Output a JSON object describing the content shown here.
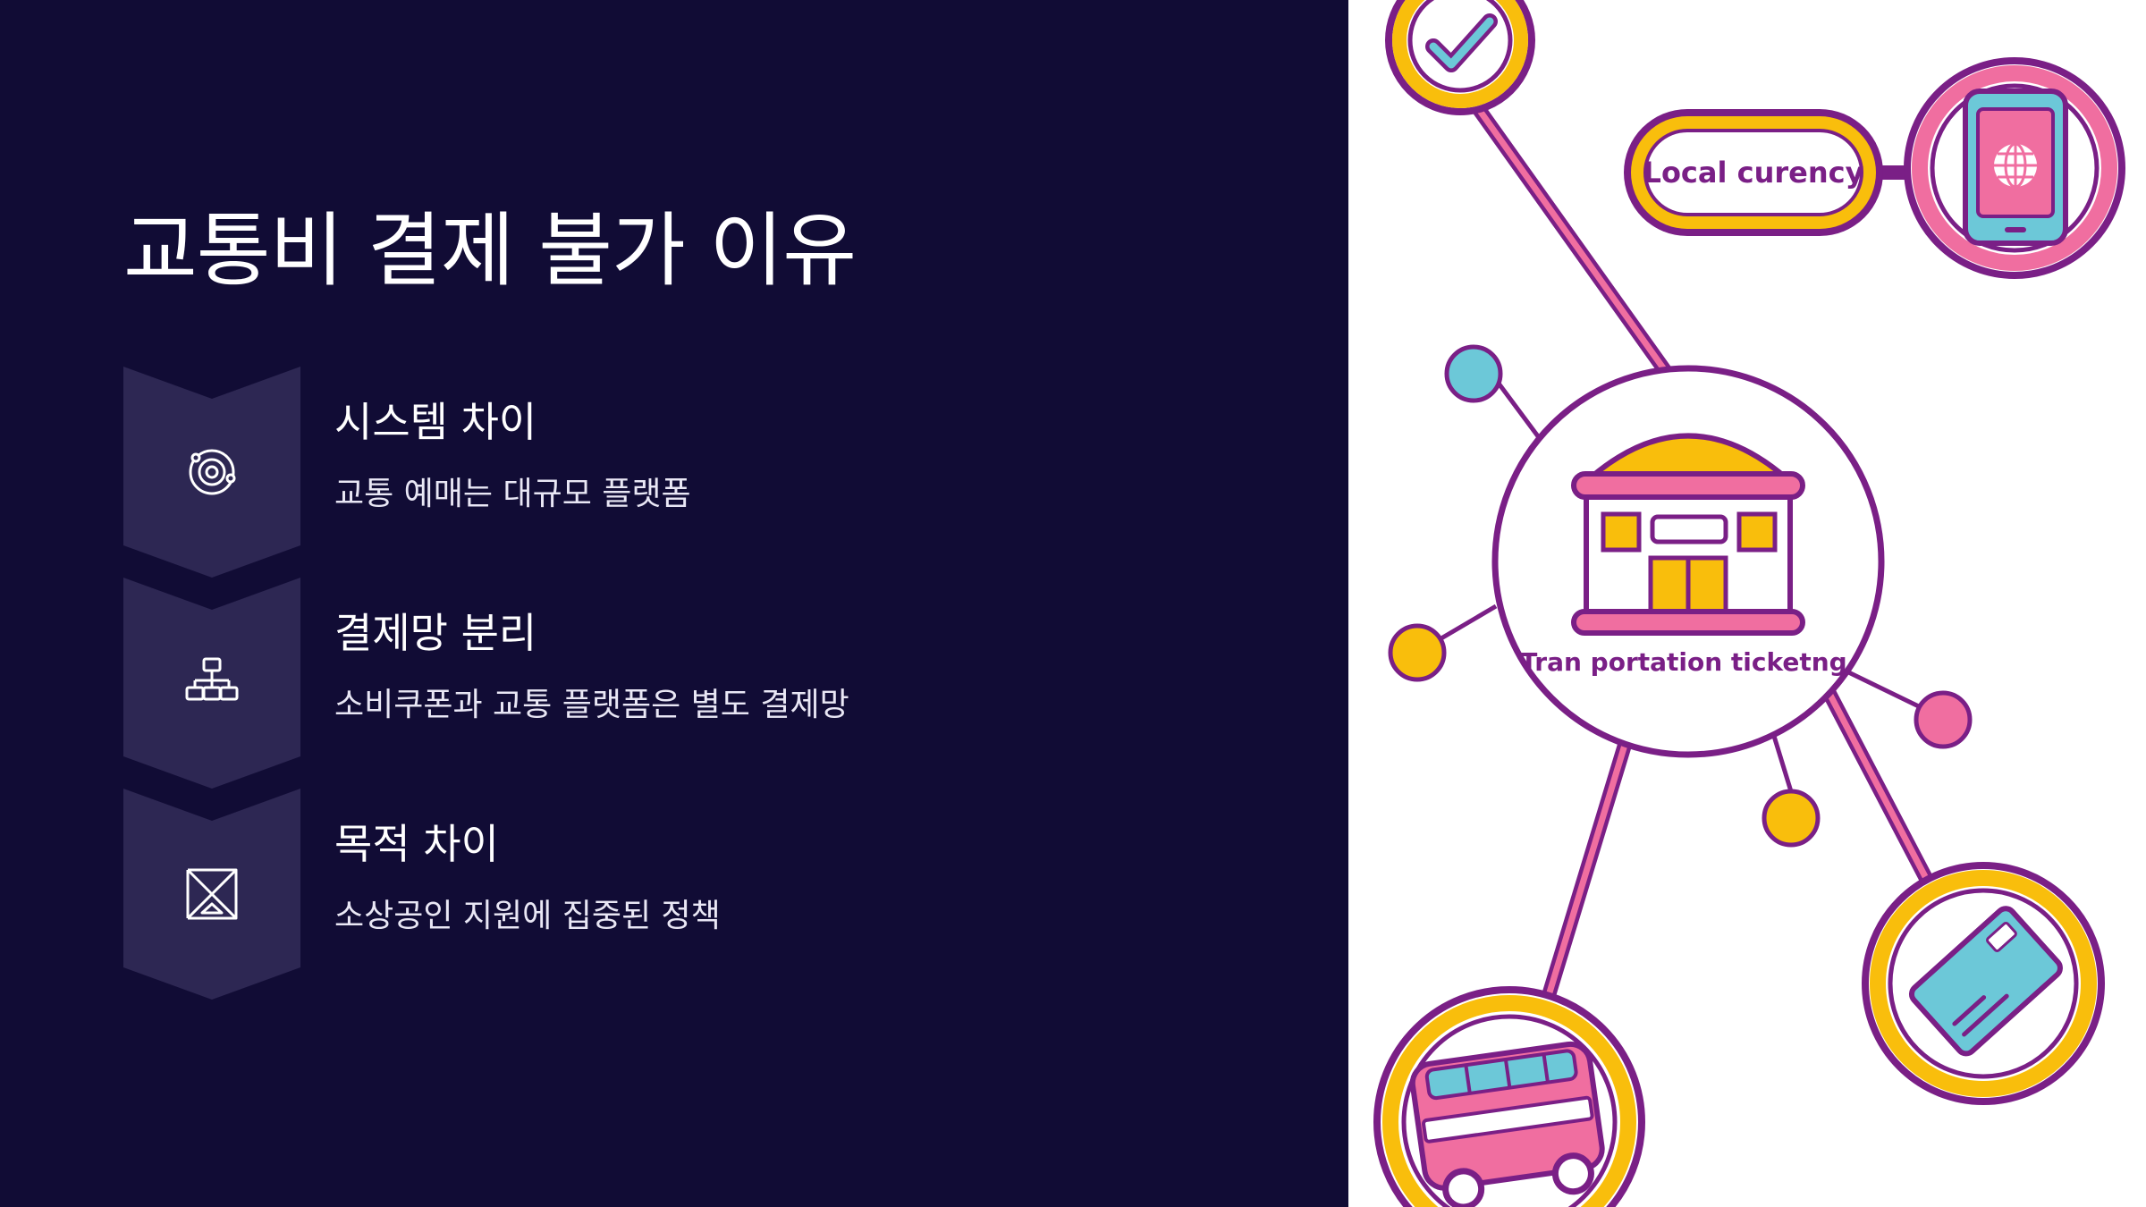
{
  "slide": {
    "title": "교통비 결제 불가 이유",
    "steps": [
      {
        "icon": "orbit-icon",
        "heading": "시스템 차이",
        "description": "교통 예매는 대규모 플랫폼"
      },
      {
        "icon": "network-icon",
        "heading": "결제망 분리",
        "description": "소비쿠폰과 교통 플랫폼은 별도 결제망"
      },
      {
        "icon": "hourglass-icon",
        "heading": "목적 차이",
        "description": "소상공인 지원에 집중된 정책"
      }
    ]
  },
  "illustration": {
    "currency_label": "Local curency",
    "center_label": "Tran portation ticketng"
  },
  "colors": {
    "background_dark": "#110c35",
    "chevron": "#2d2753",
    "text": "#ffffff",
    "accent_purple": "#7a1f86",
    "accent_pink": "#f06ea0",
    "accent_yellow": "#f9be0c",
    "accent_cyan": "#6cc8d8"
  }
}
